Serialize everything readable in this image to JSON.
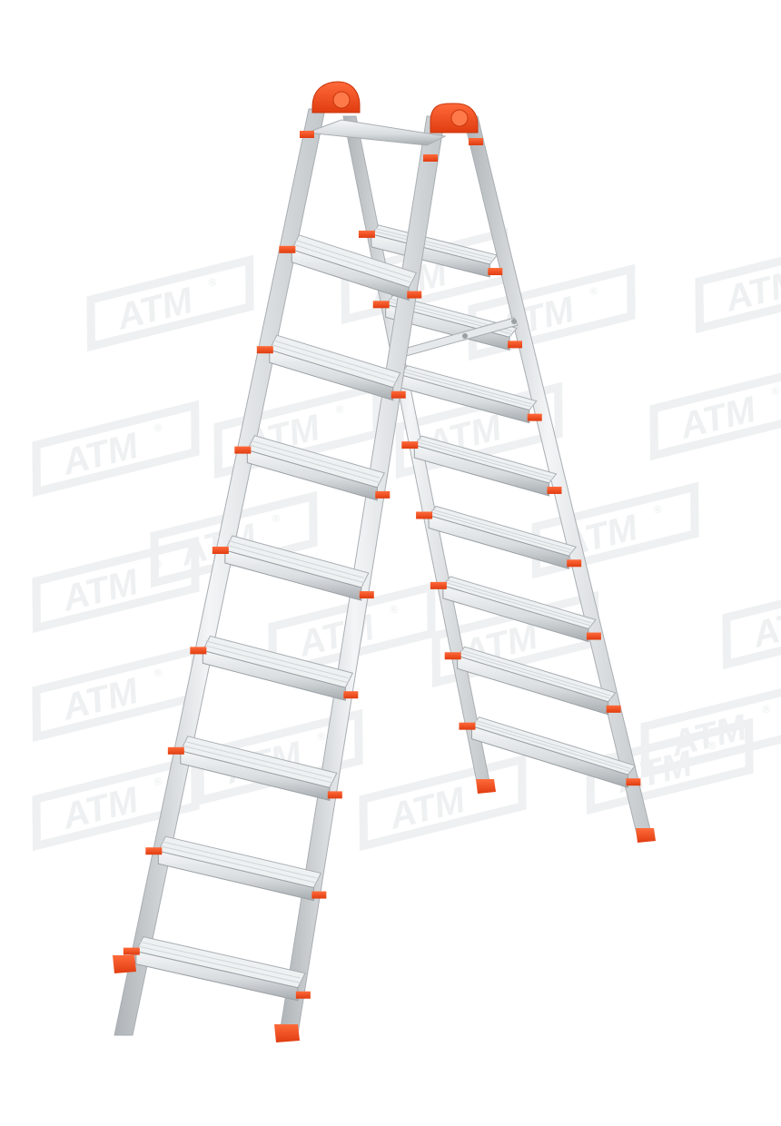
{
  "watermark": {
    "brand": "ATM",
    "registered_mark": "®"
  },
  "product": {
    "kind": "double-sided aluminium step ladder",
    "front_steps": 8,
    "rear_steps": 8,
    "icon": "ladder-icon"
  },
  "colors": {
    "background": "#ffffff",
    "aluminium": "#d9dde0",
    "aluminium_dark": "#a9aeb2",
    "aluminium_light": "#f2f4f5",
    "accent_orange": "#ff4a1a",
    "accent_orange_dark": "#d63a10",
    "watermark": "#eef0f1"
  }
}
